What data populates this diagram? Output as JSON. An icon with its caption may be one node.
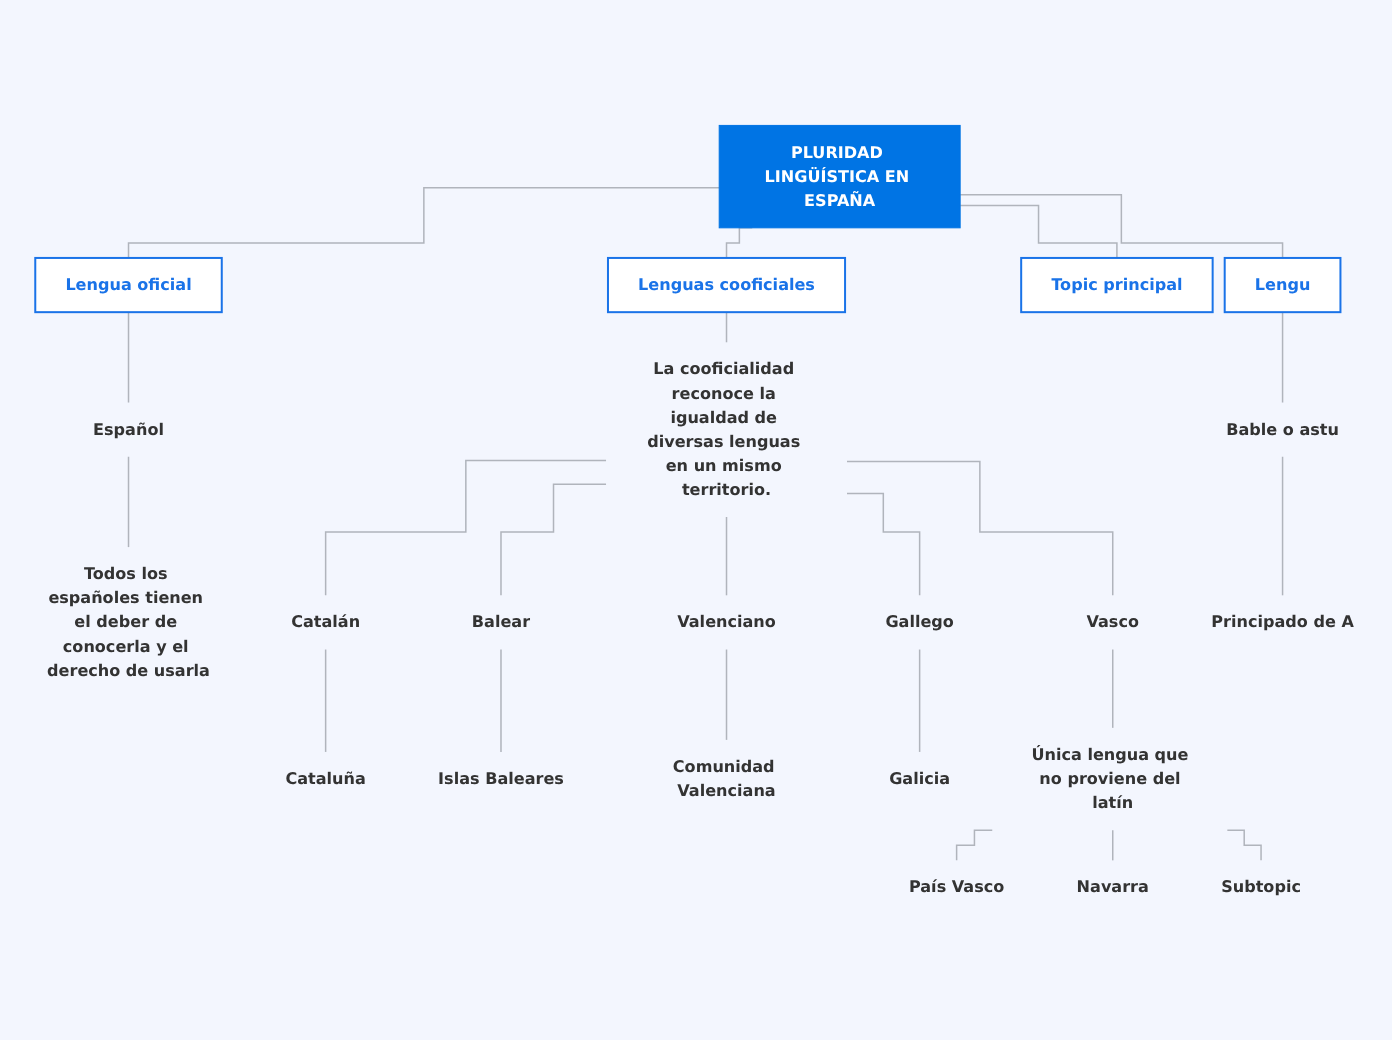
{
  "diagram": {
    "nodes": [
      {
        "text": [
          "PLURIDAD LINGÜÍSTICA EN ESPAÑA"
        ]
      },
      {
        "text": [
          "Lengua oficial"
        ]
      },
      {
        "text": [
          "Español"
        ]
      },
      {
        "text": [
          "Todos los españoles tienen el deber de conocerla y el derecho de usarla"
        ]
      },
      {
        "text": [
          "Lenguas cooficiales"
        ]
      },
      {
        "text": [
          "La cooficialidad reconoce la igualdad de diversas lenguas en un mismo territorio."
        ]
      },
      {
        "text": [
          "Catalán"
        ]
      },
      {
        "text": [
          "Cataluña"
        ]
      },
      {
        "text": [
          "Balear"
        ]
      },
      {
        "text": [
          "Islas Baleares"
        ]
      },
      {
        "text": [
          "Valenciano"
        ]
      },
      {
        "text": [
          "Comunidad Valenciana"
        ]
      },
      {
        "text": [
          "Gallego"
        ]
      },
      {
        "text": [
          "Galicia"
        ]
      },
      {
        "text": [
          "Vasco"
        ]
      },
      {
        "text": [
          "Única lengua que no proviene del latín"
        ]
      },
      {
        "text": [
          "País Vasco"
        ]
      },
      {
        "text": [
          "Navarra"
        ]
      },
      {
        "text": [
          "Subtopic"
        ]
      },
      {
        "text": [
          "Topic principal"
        ]
      },
      {
        "text": [
          "Lengu"
        ]
      },
      {
        "text": [
          "Bable o astu"
        ]
      },
      {
        "text": [
          "Principado de A"
        ]
      }
    ],
    "edges": [
      {
        "from": 0,
        "to": 1,
        "arrow": "none"
      },
      {
        "from": 0,
        "to": 4,
        "arrow": "none"
      },
      {
        "from": 0,
        "to": 19,
        "arrow": "none"
      },
      {
        "from": 0,
        "to": 20,
        "arrow": "none"
      },
      {
        "from": 1,
        "to": 2,
        "arrow": "none"
      },
      {
        "from": 2,
        "to": 3,
        "arrow": "none"
      },
      {
        "from": 4,
        "to": 5,
        "arrow": "none"
      },
      {
        "from": 5,
        "to": 6,
        "arrow": "none"
      },
      {
        "from": 6,
        "to": 7,
        "arrow": "none"
      },
      {
        "from": 5,
        "to": 8,
        "arrow": "none"
      },
      {
        "from": 8,
        "to": 9,
        "arrow": "none"
      },
      {
        "from": 5,
        "to": 10,
        "arrow": "none"
      },
      {
        "from": 10,
        "to": 11,
        "arrow": "none"
      },
      {
        "from": 5,
        "to": 12,
        "arrow": "none"
      },
      {
        "from": 12,
        "to": 13,
        "arrow": "none"
      },
      {
        "from": 5,
        "to": 14,
        "arrow": "none"
      },
      {
        "from": 14,
        "to": 15,
        "arrow": "none"
      },
      {
        "from": 15,
        "to": 16,
        "arrow": "none"
      },
      {
        "from": 15,
        "to": 17,
        "arrow": "none"
      },
      {
        "from": 15,
        "to": 18,
        "arrow": "none"
      },
      {
        "from": 20,
        "to": 21,
        "arrow": "none"
      },
      {
        "from": 21,
        "to": 22,
        "arrow": "none"
      }
    ]
  }
}
